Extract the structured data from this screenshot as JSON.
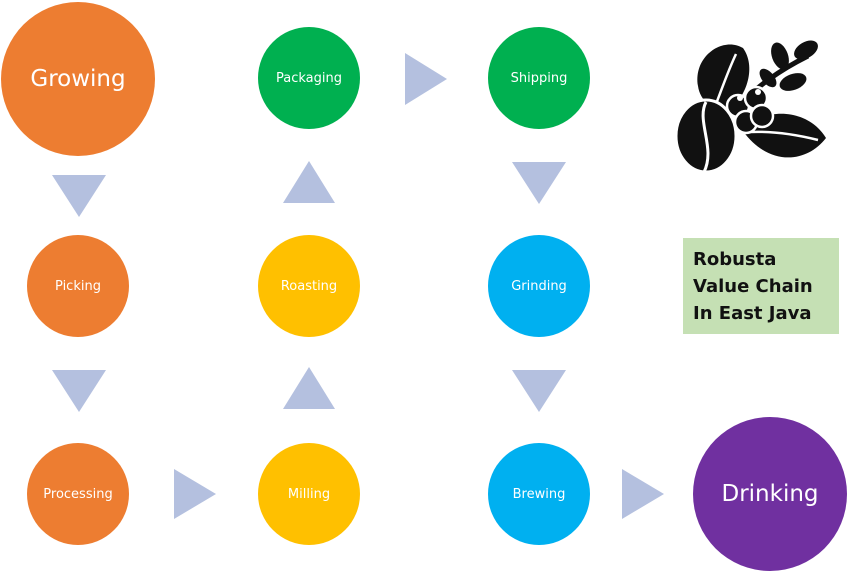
{
  "colors": {
    "stage_orange": "#ED7D31",
    "stage_green": "#00B050",
    "stage_yellow": "#FFC000",
    "stage_blue": "#00B0F0",
    "stage_purple": "#7030A0",
    "arrow": "#B4C0DF",
    "label_box": "#C5E0B4"
  },
  "nodes": {
    "growing": "Growing",
    "picking": "Picking",
    "processing": "Processing",
    "milling": "Milling",
    "roasting": "Roasting",
    "packaging": "Packaging",
    "shipping": "Shipping",
    "grinding": "Grinding",
    "brewing": "Brewing",
    "drinking": "Drinking"
  },
  "title": {
    "line1": "Robusta",
    "line2": "Value Chain",
    "line3": "In East Java"
  },
  "icon": "coffee-beans-leaves-icon"
}
